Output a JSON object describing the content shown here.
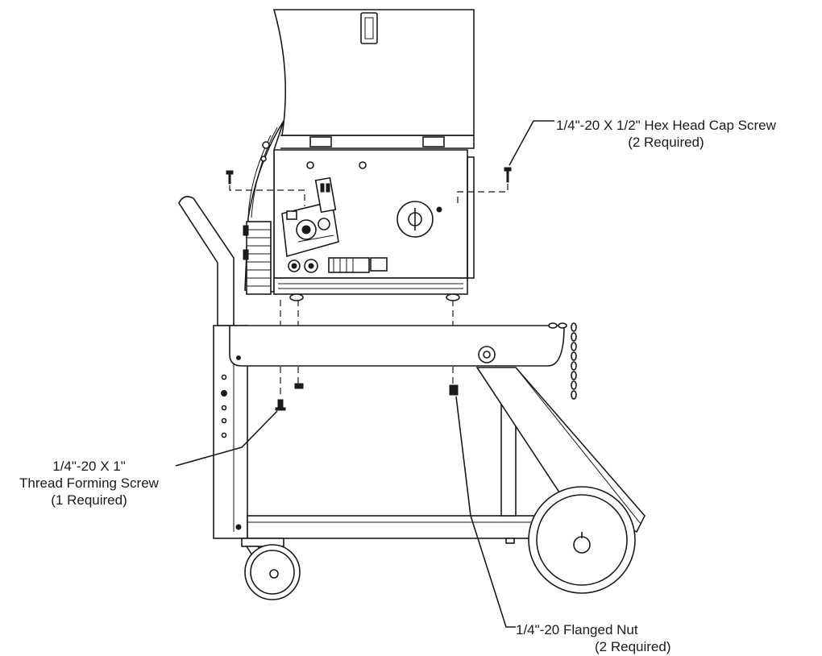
{
  "callouts": {
    "hex_screw": {
      "line1": "1/4\"-20 X 1/2\" Hex Head Cap Screw",
      "line2": "(2 Required)"
    },
    "thread_screw": {
      "line1": "1/4\"-20 X 1\"",
      "line2": "Thread Forming Screw",
      "line3": "(1 Required)"
    },
    "flanged_nut": {
      "line1": "1/4\"-20 Flanged Nut",
      "line2": "(2 Required)"
    }
  },
  "colors": {
    "line": "#1a1a1a",
    "background": "#ffffff"
  }
}
